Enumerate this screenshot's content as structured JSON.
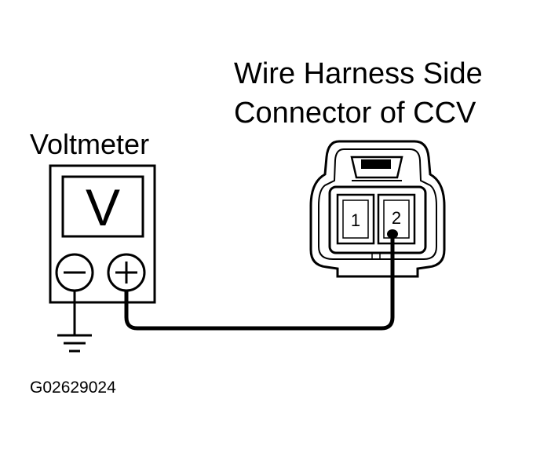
{
  "connector": {
    "title_line1": "Wire Harness Side",
    "title_line2": "Connector of CCV",
    "pin1": "1",
    "pin2": "2"
  },
  "voltmeter": {
    "label": "Voltmeter",
    "display": "V",
    "negative_terminal_icon": "minus-icon",
    "positive_terminal_icon": "plus-icon"
  },
  "ground_icon": "ground-symbol-icon",
  "figure_code": "G02629024",
  "colors": {
    "line": "#000000",
    "background": "#ffffff"
  }
}
